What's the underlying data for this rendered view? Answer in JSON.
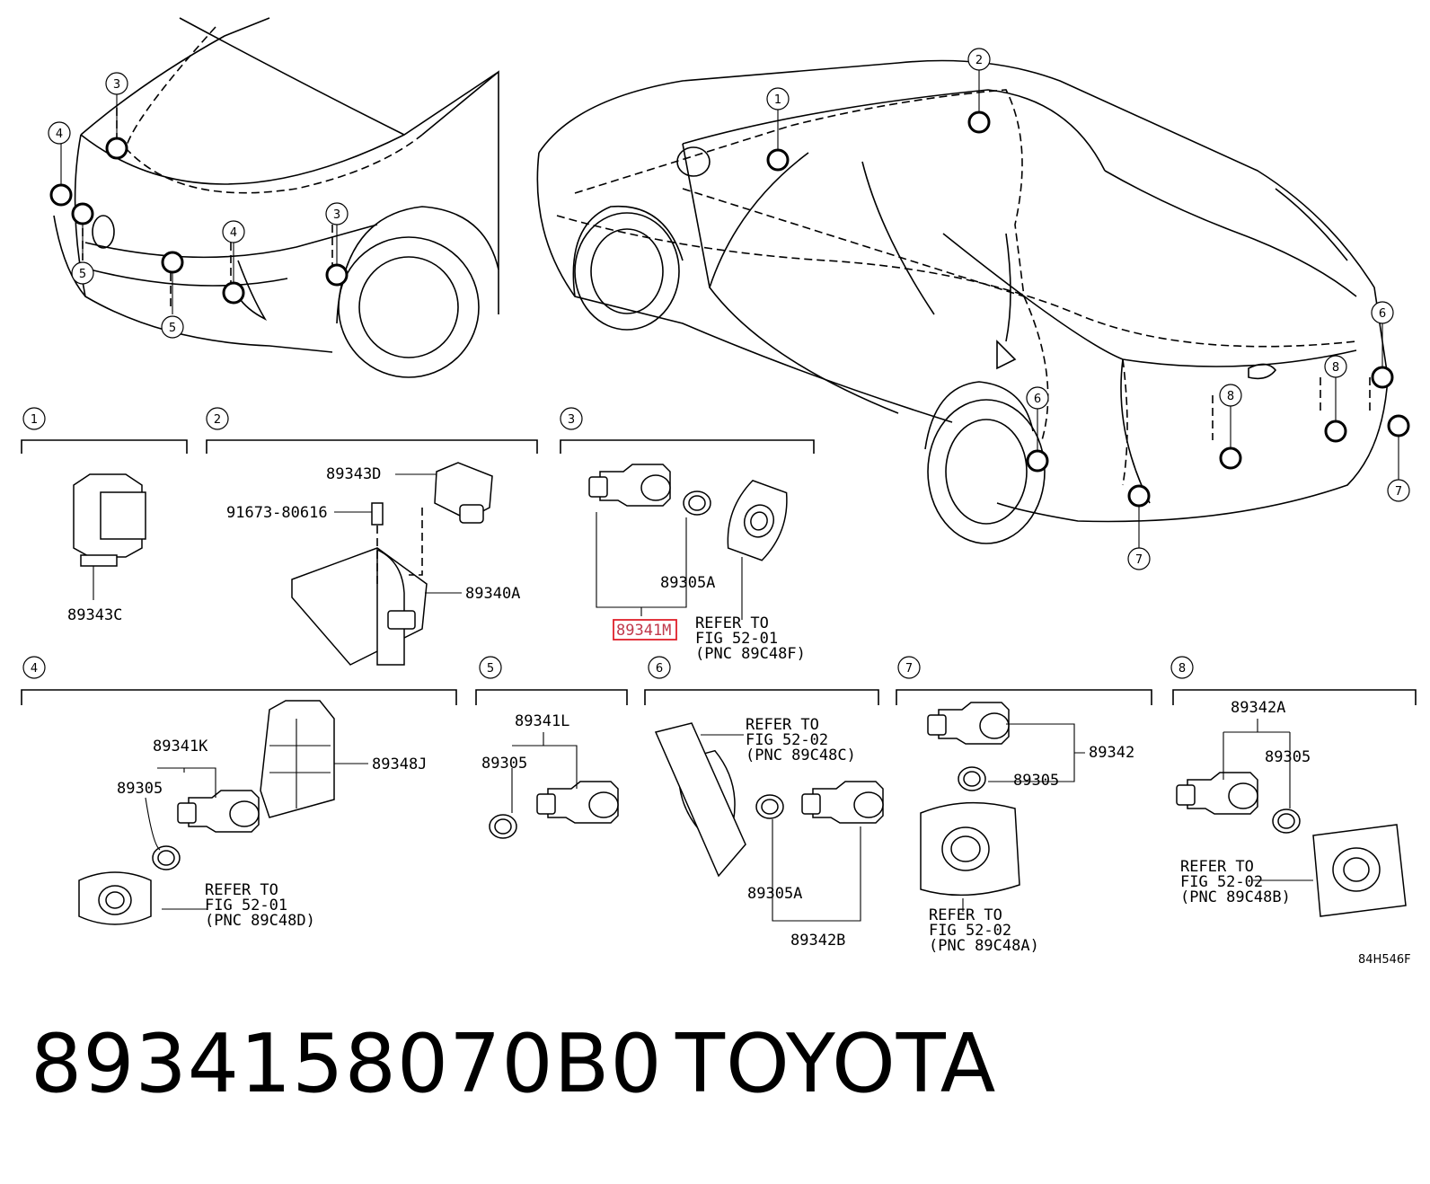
{
  "callouts": [
    "1",
    "2",
    "3",
    "4",
    "5",
    "6",
    "7",
    "8"
  ],
  "groups": {
    "g1": {
      "parts": [
        "89343C"
      ]
    },
    "g2": {
      "parts": [
        "89343D",
        "91673-80616",
        "89340A"
      ]
    },
    "g3": {
      "parts": [
        "89305A",
        "89341M"
      ],
      "refer": [
        "REFER TO",
        "FIG 52-01",
        "(PNC 89C48F)"
      ]
    },
    "g4": {
      "parts": [
        "89341K",
        "89305",
        "89348J"
      ],
      "refer": [
        "REFER TO",
        "FIG 52-01",
        "(PNC 89C48D)"
      ]
    },
    "g5": {
      "parts": [
        "89341L",
        "89305"
      ]
    },
    "g6": {
      "parts": [
        "89305A",
        "89342B"
      ],
      "refer": [
        "REFER TO",
        "FIG 52-02",
        "(PNC 89C48C)"
      ]
    },
    "g7": {
      "parts": [
        "89342",
        "89305"
      ],
      "refer": [
        "REFER TO",
        "FIG 52-02",
        "(PNC 89C48A)"
      ]
    },
    "g8": {
      "parts": [
        "89342A",
        "89305"
      ],
      "refer": [
        "REFER TO",
        "FIG 52-02",
        "(PNC 89C48B)"
      ]
    }
  },
  "figure_code": "84H546F",
  "caption": {
    "part_number": "8934158070B0",
    "brand": "TOYOTA"
  },
  "colors": {
    "highlight": "#e0202a",
    "line": "#000000",
    "background": "#ffffff"
  }
}
